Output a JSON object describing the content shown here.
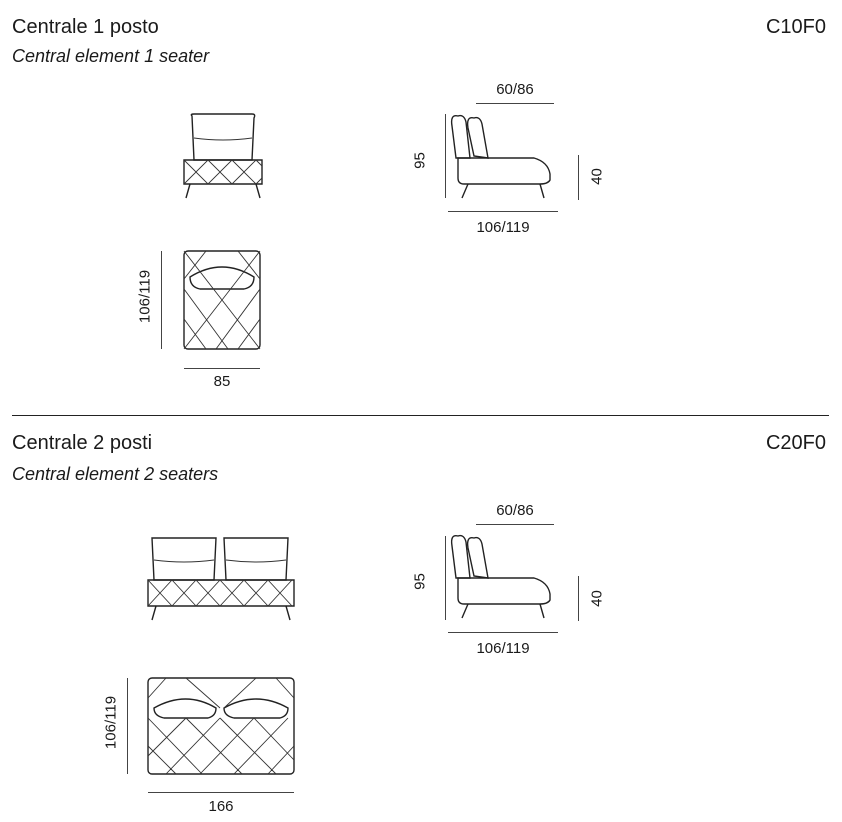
{
  "sections": [
    {
      "title": "Centrale 1 posto",
      "subtitle": "Central element 1 seater",
      "code": "C10F0",
      "dims": {
        "width": "85",
        "depth": "106/119",
        "height": "95",
        "seat_height": "40",
        "seat_depth": "60/86",
        "side_depth": "106/119"
      }
    },
    {
      "title": "Centrale 2 posti",
      "subtitle": "Central element 2 seaters",
      "code": "C20F0",
      "dims": {
        "width": "166",
        "depth": "106/119",
        "height": "95",
        "seat_height": "40",
        "seat_depth": "60/86",
        "side_depth": "106/119"
      }
    }
  ]
}
